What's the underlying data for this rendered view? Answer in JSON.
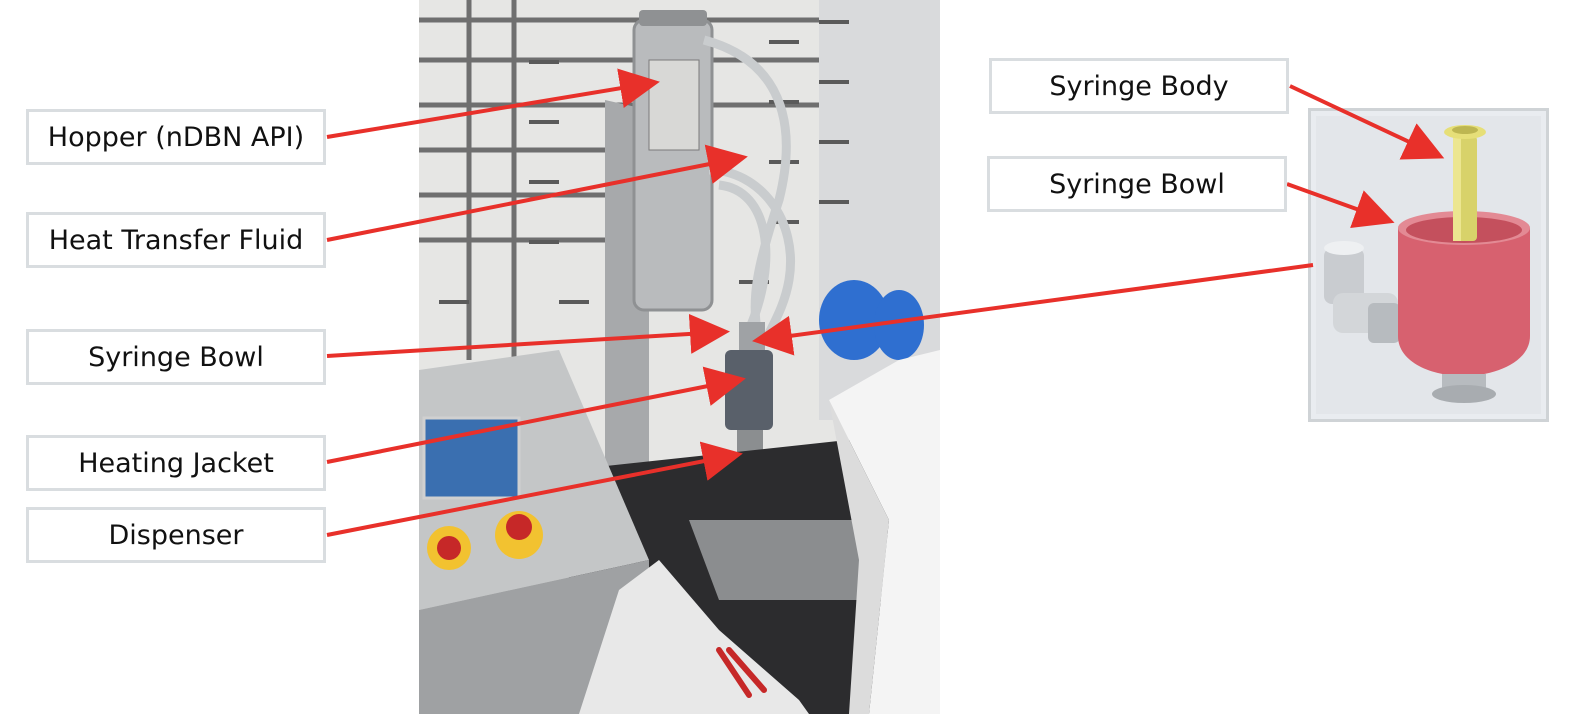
{
  "labels": {
    "hopper": "Hopper (nDBN API)",
    "heat_transfer_fluid": "Heat Transfer Fluid",
    "syringe_bowl_left": "Syringe Bowl",
    "heating_jacket": "Heating Jacket",
    "dispenser": "Dispenser",
    "syringe_body": "Syringe Body",
    "syringe_bowl_right": "Syringe Bowl"
  },
  "colors": {
    "arrow": "#e8302a",
    "label_border": "#d9dde0",
    "syringe_body": "#d8d26a",
    "syringe_bowl": "#d7616f",
    "panel_bg": "#e9ecf0"
  }
}
